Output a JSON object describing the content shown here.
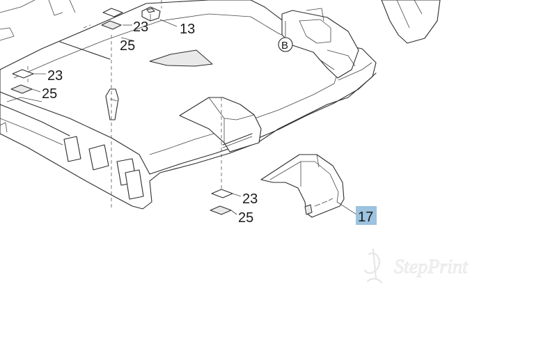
{
  "diagram": {
    "callouts": {
      "c23_a": "23",
      "c25_a": "25",
      "c13": "13",
      "c23_b": "23",
      "c25_b": "25",
      "c23_c": "23",
      "c25_c": "25",
      "c17": "17",
      "cB": "B"
    },
    "highlight_color": "#9cc3df",
    "watermark": {
      "text": "StepPrint"
    }
  }
}
